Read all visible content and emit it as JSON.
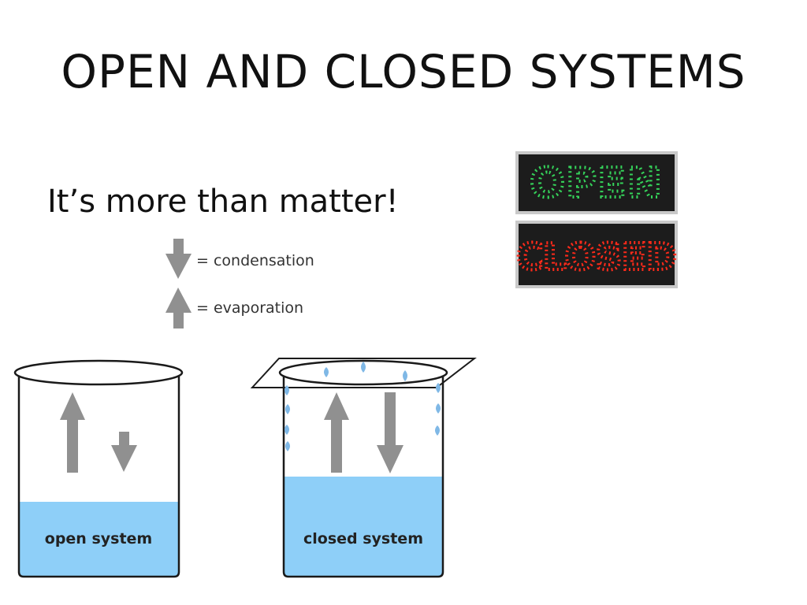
{
  "slide": {
    "title": "OPEN AND CLOSED SYSTEMS",
    "subtitle": "It’s more than matter!"
  },
  "signs": {
    "open_text": "OPEN",
    "closed_text": "CLOSED",
    "open_color": "#35d35a",
    "closed_color": "#ff2a1a",
    "background_color": "#1c1c1c"
  },
  "legend": {
    "condensation_label": "= condensation",
    "evaporation_label": "= evaporation",
    "arrow_color": "#909090"
  },
  "beakers": {
    "open_label": "open system",
    "closed_label": "closed system",
    "water_color": "#8ecff8",
    "droplet_color": "#7fb8e6"
  }
}
